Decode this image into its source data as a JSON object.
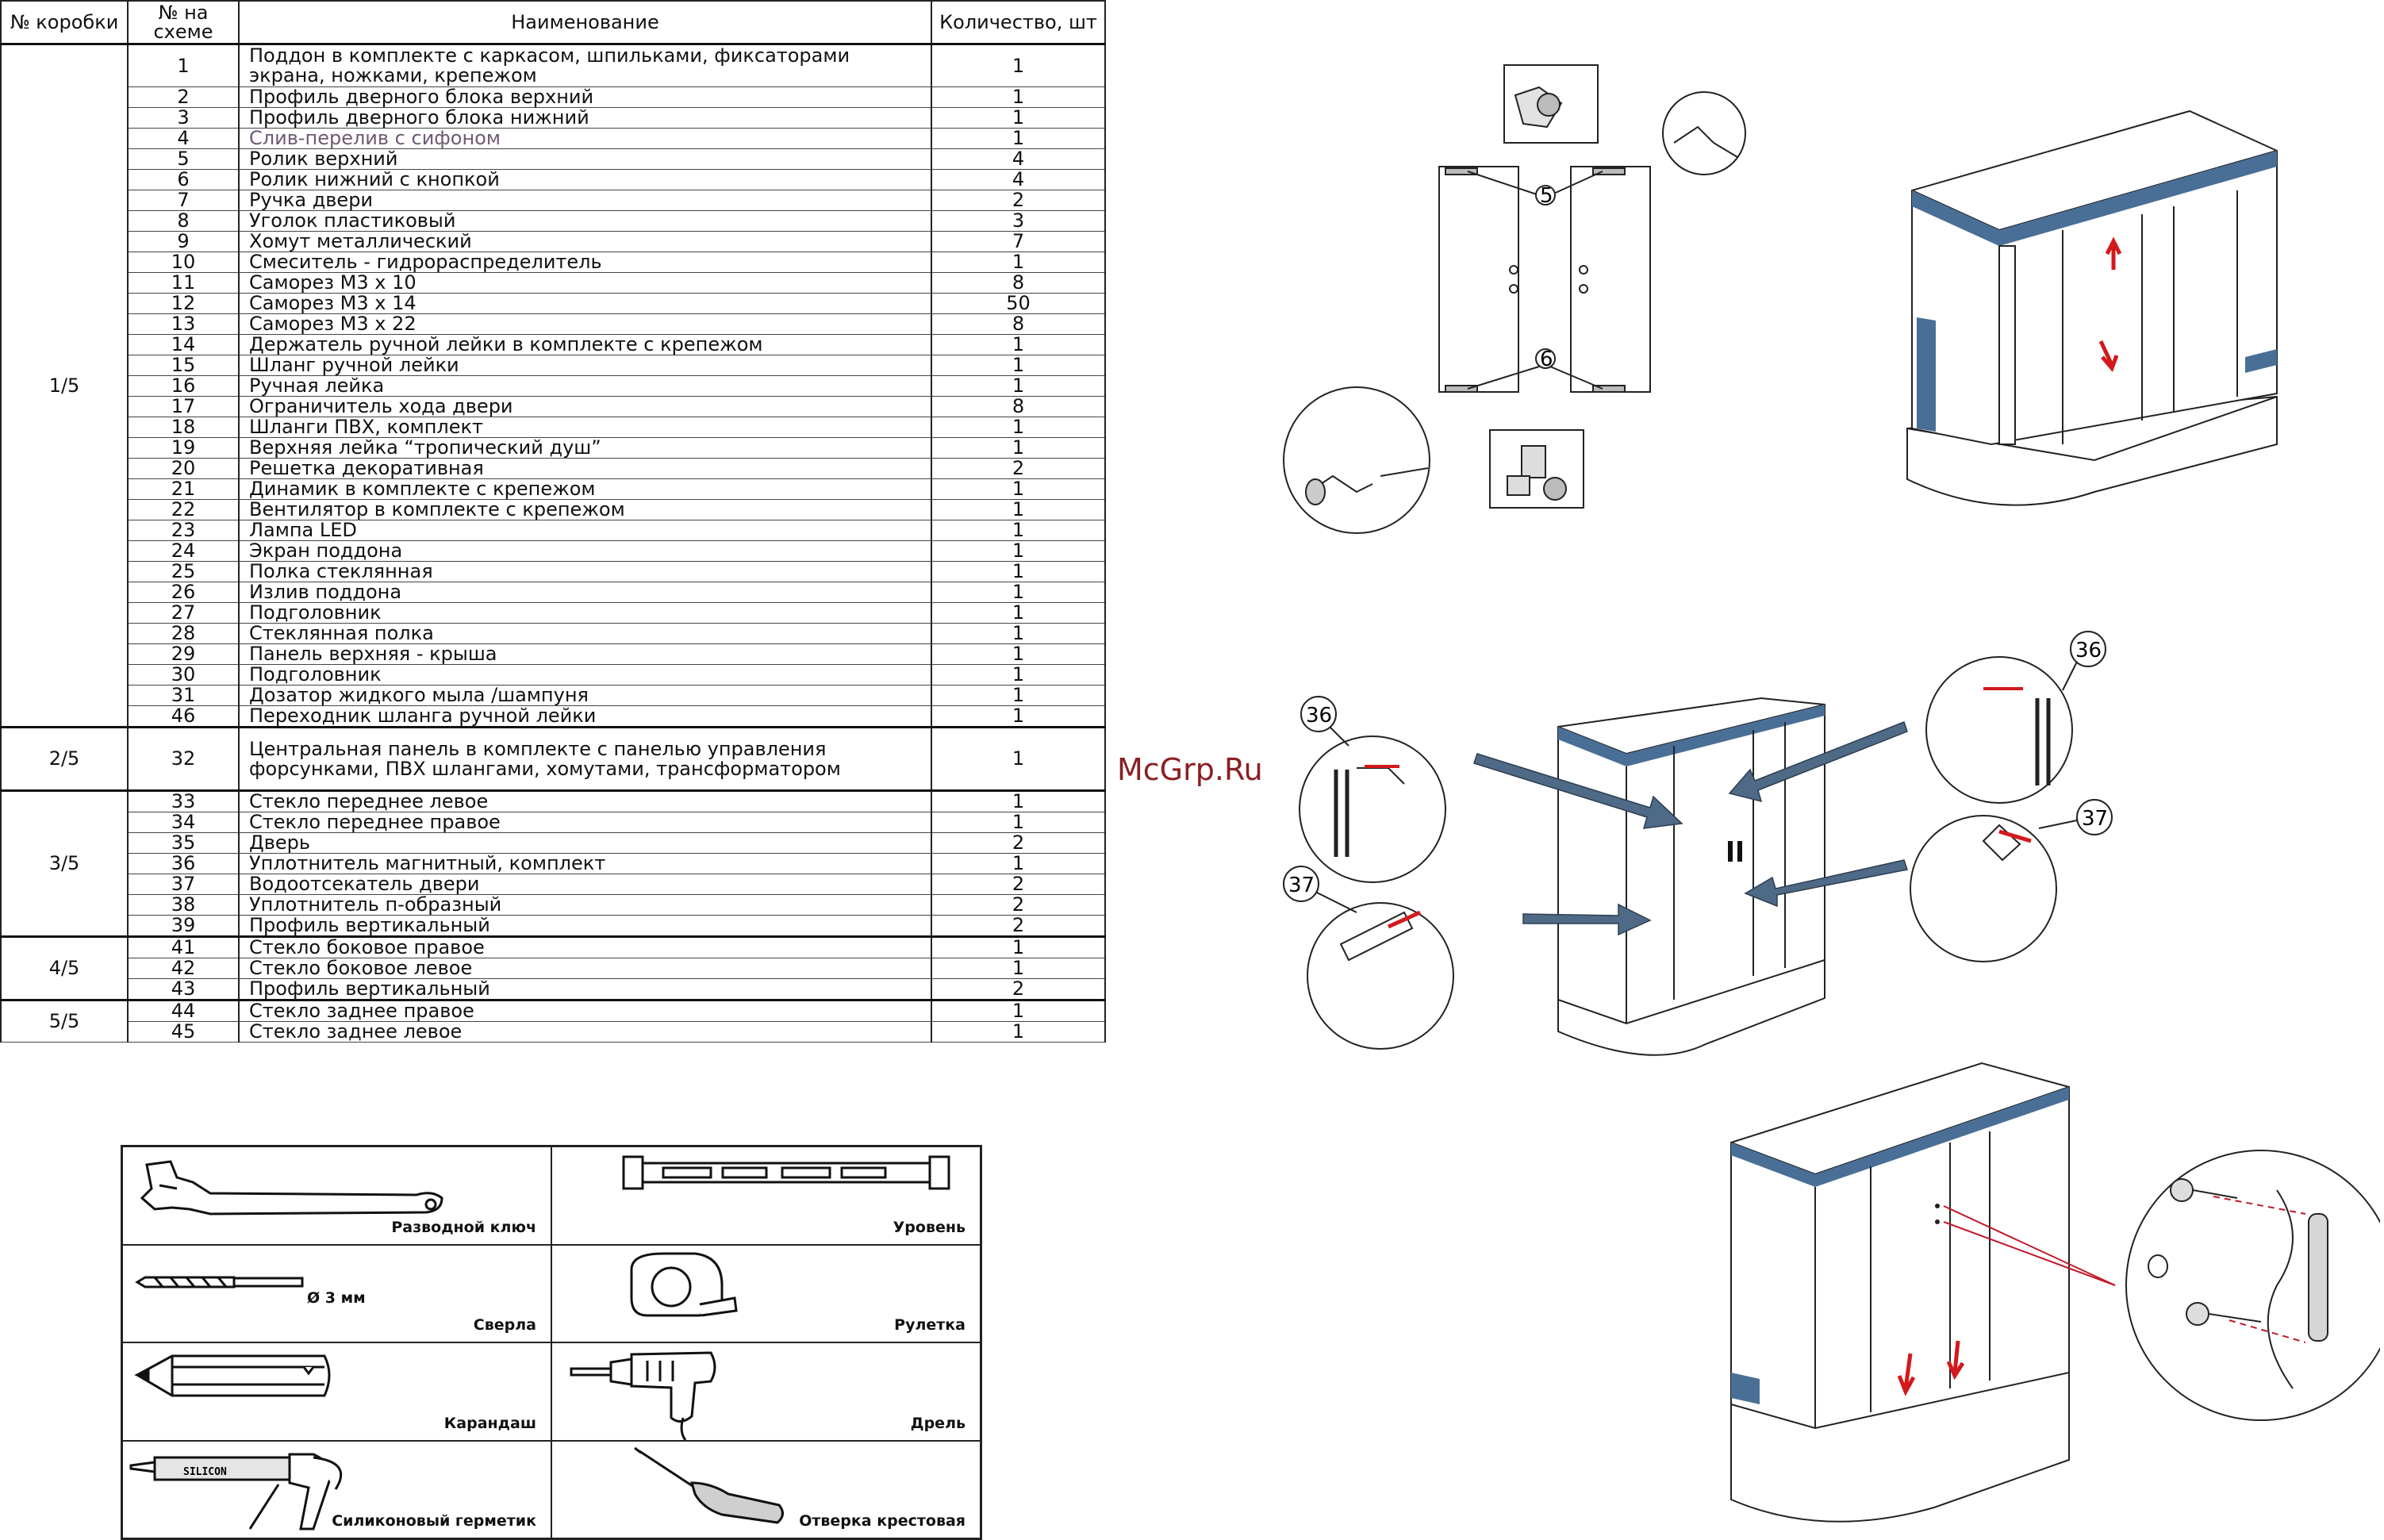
{
  "table": {
    "headers": {
      "box": "№ коробки",
      "num": "№ на схеме",
      "name": "Наименование",
      "qty": "Количество, шт"
    },
    "groups": [
      {
        "box": "1/5",
        "rows": [
          {
            "num": "1",
            "name": "Поддон в комплекте с каркасом, шпильками, фиксаторами экрана, ножками, крепежом",
            "qty": "1"
          },
          {
            "num": "2",
            "name": "Профиль дверного блока верхний",
            "qty": "1"
          },
          {
            "num": "3",
            "name": "Профиль дверного блока нижний",
            "qty": "1"
          },
          {
            "num": "4",
            "name": "Слив-перелив с сифоном",
            "qty": "1"
          },
          {
            "num": "5",
            "name": "Ролик верхний",
            "qty": "4"
          },
          {
            "num": "6",
            "name": "Ролик нижний с кнопкой",
            "qty": "4"
          },
          {
            "num": "7",
            "name": "Ручка двери",
            "qty": "2"
          },
          {
            "num": "8",
            "name": "Уголок пластиковый",
            "qty": "3"
          },
          {
            "num": "9",
            "name": "Хомут металлический",
            "qty": "7"
          },
          {
            "num": "10",
            "name": "Смеситель - гидрораспределитель",
            "qty": "1"
          },
          {
            "num": "11",
            "name": "Саморез М3 х 10",
            "qty": "8"
          },
          {
            "num": "12",
            "name": "Саморез М3 х 14",
            "qty": "50"
          },
          {
            "num": "13",
            "name": "Саморез М3 х 22",
            "qty": "8"
          },
          {
            "num": "14",
            "name": "Держатель ручной лейки в комплекте с крепежом",
            "qty": "1"
          },
          {
            "num": "15",
            "name": "Шланг ручной лейки",
            "qty": "1"
          },
          {
            "num": "16",
            "name": "Ручная лейка",
            "qty": "1"
          },
          {
            "num": "17",
            "name": "Ограничитель хода двери",
            "qty": "8"
          },
          {
            "num": "18",
            "name": "Шланги ПВХ, комплект",
            "qty": "1"
          },
          {
            "num": "19",
            "name": "Верхняя лейка “тропический душ”",
            "qty": "1"
          },
          {
            "num": "20",
            "name": "Решетка декоративная",
            "qty": "2"
          },
          {
            "num": "21",
            "name": "Динамик в комплекте с крепежом",
            "qty": "1"
          },
          {
            "num": "22",
            "name": "Вентилятор в комплекте с крепежом",
            "qty": "1"
          },
          {
            "num": "23",
            "name": "Лампа LED",
            "qty": "1"
          },
          {
            "num": "24",
            "name": "Экран поддона",
            "qty": "1"
          },
          {
            "num": "25",
            "name": "Полка стеклянная",
            "qty": "1"
          },
          {
            "num": "26",
            "name": "Излив поддона",
            "qty": "1"
          },
          {
            "num": "27",
            "name": "Подголовник",
            "qty": "1"
          },
          {
            "num": "28",
            "name": "Стеклянная полка",
            "qty": "1"
          },
          {
            "num": "29",
            "name": "Панель верхняя - крыша",
            "qty": "1"
          },
          {
            "num": "30",
            "name": "Подголовник",
            "qty": "1"
          },
          {
            "num": "31",
            "name": "Дозатор жидкого мыла /шампуня",
            "qty": "1"
          },
          {
            "num": "46",
            "name": "Переходник шланга ручной лейки",
            "qty": "1"
          }
        ]
      },
      {
        "box": "2/5",
        "rows": [
          {
            "num": "32",
            "name": "Центральная панель в комплекте с панелью управления форсунками, ПВХ шлангами, хомутами, трансформатором",
            "qty": "1"
          }
        ]
      },
      {
        "box": "3/5",
        "rows": [
          {
            "num": "33",
            "name": "Стекло переднее левое",
            "qty": "1"
          },
          {
            "num": "34",
            "name": "Стекло переднее правое",
            "qty": "1"
          },
          {
            "num": "35",
            "name": "Дверь",
            "qty": "2"
          },
          {
            "num": "36",
            "name": "Уплотнитель магнитный, комплект",
            "qty": "1"
          },
          {
            "num": "37",
            "name": "Водоотсекатель двери",
            "qty": "2"
          },
          {
            "num": "38",
            "name": "Уплотнитель п-образный",
            "qty": "2"
          },
          {
            "num": "39",
            "name": "Профиль вертикальный",
            "qty": "2"
          }
        ]
      },
      {
        "box": "4/5",
        "rows": [
          {
            "num": "41",
            "name": "Стекло боковое правое",
            "qty": "1"
          },
          {
            "num": "42",
            "name": "Стекло боковое левое",
            "qty": "1"
          },
          {
            "num": "43",
            "name": "Профиль вертикальный",
            "qty": "2"
          }
        ]
      },
      {
        "box": "5/5",
        "rows": [
          {
            "num": "44",
            "name": "Стекло заднее правое",
            "qty": "1"
          },
          {
            "num": "45",
            "name": "Стекло заднее левое",
            "qty": "1"
          }
        ]
      }
    ]
  },
  "tools": {
    "wrench": "Разводной ключ",
    "level": "Уровень",
    "drill_bits": "Сверла",
    "drill_bit_size": "Ø 3 мм",
    "tape": "Рулетка",
    "pencil": "Карандаш",
    "drill": "Дрель",
    "silicone": "Силиконовый герметик",
    "silicone_tube_text": "SILICON",
    "screwdriver": "Отверка крестовая"
  },
  "watermark": "McGrp.Ru",
  "callouts": {
    "roller_top": "5",
    "roller_bottom": "6",
    "magnetic_seal": "36",
    "water_deflector": "37"
  },
  "colors": {
    "frame_blue": "#4a6f96",
    "arrow_red": "#d3191c",
    "arrow_steel": "#4f6a86",
    "watermark": "#8a1f22"
  }
}
